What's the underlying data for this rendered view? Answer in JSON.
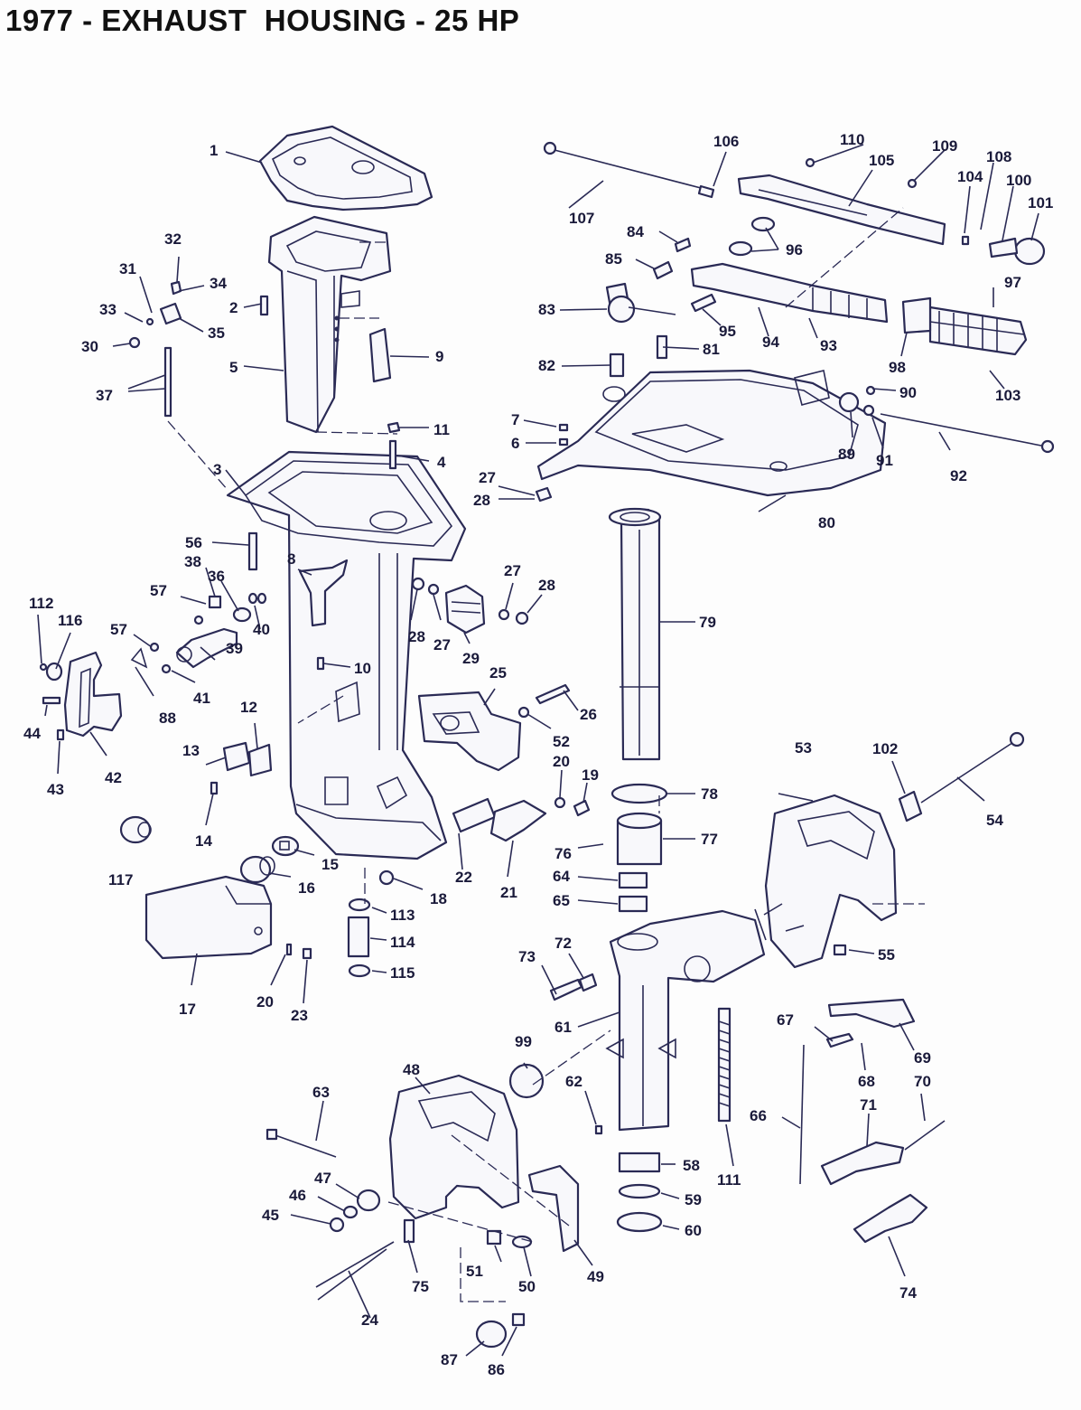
{
  "title": "1977 - EXHAUST  HOUSING - 25 HP",
  "colors": {
    "ink": "#2a2a55",
    "paper": "#fdfdfd",
    "title": "#111111"
  },
  "parts": [
    {
      "id": "1",
      "label": "1"
    },
    {
      "id": "2",
      "label": "2"
    },
    {
      "id": "3",
      "label": "3"
    },
    {
      "id": "4",
      "label": "4"
    },
    {
      "id": "5",
      "label": "5"
    },
    {
      "id": "6",
      "label": "6"
    },
    {
      "id": "7",
      "label": "7"
    },
    {
      "id": "8",
      "label": "8"
    },
    {
      "id": "9",
      "label": "9"
    },
    {
      "id": "10",
      "label": "10"
    },
    {
      "id": "11",
      "label": "11"
    },
    {
      "id": "12",
      "label": "12"
    },
    {
      "id": "13",
      "label": "13"
    },
    {
      "id": "14",
      "label": "14"
    },
    {
      "id": "15",
      "label": "15"
    },
    {
      "id": "16",
      "label": "16"
    },
    {
      "id": "17",
      "label": "17"
    },
    {
      "id": "18",
      "label": "18"
    },
    {
      "id": "19",
      "label": "19"
    },
    {
      "id": "20a",
      "label": "20"
    },
    {
      "id": "20b",
      "label": "20"
    },
    {
      "id": "21",
      "label": "21"
    },
    {
      "id": "22",
      "label": "22"
    },
    {
      "id": "23",
      "label": "23"
    },
    {
      "id": "24",
      "label": "24"
    },
    {
      "id": "25",
      "label": "25"
    },
    {
      "id": "26",
      "label": "26"
    },
    {
      "id": "27a",
      "label": "27"
    },
    {
      "id": "27b",
      "label": "27"
    },
    {
      "id": "27c",
      "label": "27"
    },
    {
      "id": "28a",
      "label": "28"
    },
    {
      "id": "28b",
      "label": "28"
    },
    {
      "id": "28c",
      "label": "28"
    },
    {
      "id": "29",
      "label": "29"
    },
    {
      "id": "30",
      "label": "30"
    },
    {
      "id": "31",
      "label": "31"
    },
    {
      "id": "32",
      "label": "32"
    },
    {
      "id": "33",
      "label": "33"
    },
    {
      "id": "34",
      "label": "34"
    },
    {
      "id": "35",
      "label": "35"
    },
    {
      "id": "36",
      "label": "36"
    },
    {
      "id": "37",
      "label": "37"
    },
    {
      "id": "38",
      "label": "38"
    },
    {
      "id": "39",
      "label": "39"
    },
    {
      "id": "40",
      "label": "40"
    },
    {
      "id": "41",
      "label": "41"
    },
    {
      "id": "42",
      "label": "42"
    },
    {
      "id": "43",
      "label": "43"
    },
    {
      "id": "44",
      "label": "44"
    },
    {
      "id": "45",
      "label": "45"
    },
    {
      "id": "46",
      "label": "46"
    },
    {
      "id": "47",
      "label": "47"
    },
    {
      "id": "48",
      "label": "48"
    },
    {
      "id": "49",
      "label": "49"
    },
    {
      "id": "50",
      "label": "50"
    },
    {
      "id": "51",
      "label": "51"
    },
    {
      "id": "52",
      "label": "52"
    },
    {
      "id": "53",
      "label": "53"
    },
    {
      "id": "54",
      "label": "54"
    },
    {
      "id": "55",
      "label": "55"
    },
    {
      "id": "56",
      "label": "56"
    },
    {
      "id": "57a",
      "label": "57"
    },
    {
      "id": "57b",
      "label": "57"
    },
    {
      "id": "58",
      "label": "58"
    },
    {
      "id": "59",
      "label": "59"
    },
    {
      "id": "60",
      "label": "60"
    },
    {
      "id": "61",
      "label": "61"
    },
    {
      "id": "62",
      "label": "62"
    },
    {
      "id": "63",
      "label": "63"
    },
    {
      "id": "64",
      "label": "64"
    },
    {
      "id": "65",
      "label": "65"
    },
    {
      "id": "66",
      "label": "66"
    },
    {
      "id": "67",
      "label": "67"
    },
    {
      "id": "68",
      "label": "68"
    },
    {
      "id": "69",
      "label": "69"
    },
    {
      "id": "70",
      "label": "70"
    },
    {
      "id": "71",
      "label": "71"
    },
    {
      "id": "72",
      "label": "72"
    },
    {
      "id": "73",
      "label": "73"
    },
    {
      "id": "74",
      "label": "74"
    },
    {
      "id": "75",
      "label": "75"
    },
    {
      "id": "76",
      "label": "76"
    },
    {
      "id": "77",
      "label": "77"
    },
    {
      "id": "78",
      "label": "78"
    },
    {
      "id": "79",
      "label": "79"
    },
    {
      "id": "80",
      "label": "80"
    },
    {
      "id": "81",
      "label": "81"
    },
    {
      "id": "82",
      "label": "82"
    },
    {
      "id": "83",
      "label": "83"
    },
    {
      "id": "84",
      "label": "84"
    },
    {
      "id": "85",
      "label": "85"
    },
    {
      "id": "86",
      "label": "86"
    },
    {
      "id": "87",
      "label": "87"
    },
    {
      "id": "88",
      "label": "88"
    },
    {
      "id": "89",
      "label": "89"
    },
    {
      "id": "90",
      "label": "90"
    },
    {
      "id": "91",
      "label": "91"
    },
    {
      "id": "92",
      "label": "92"
    },
    {
      "id": "93",
      "label": "93"
    },
    {
      "id": "94",
      "label": "94"
    },
    {
      "id": "95",
      "label": "95"
    },
    {
      "id": "96",
      "label": "96"
    },
    {
      "id": "97",
      "label": "97"
    },
    {
      "id": "98",
      "label": "98"
    },
    {
      "id": "99",
      "label": "99"
    },
    {
      "id": "100",
      "label": "100"
    },
    {
      "id": "101",
      "label": "101"
    },
    {
      "id": "102",
      "label": "102"
    },
    {
      "id": "103",
      "label": "103"
    },
    {
      "id": "104",
      "label": "104"
    },
    {
      "id": "105",
      "label": "105"
    },
    {
      "id": "106",
      "label": "106"
    },
    {
      "id": "107",
      "label": "107"
    },
    {
      "id": "108",
      "label": "108"
    },
    {
      "id": "109",
      "label": "109"
    },
    {
      "id": "110",
      "label": "110"
    },
    {
      "id": "111",
      "label": "111"
    },
    {
      "id": "112",
      "label": "112"
    },
    {
      "id": "113",
      "label": "113"
    },
    {
      "id": "114",
      "label": "114"
    },
    {
      "id": "115",
      "label": "115"
    },
    {
      "id": "116",
      "label": "116"
    },
    {
      "id": "117",
      "label": "117"
    }
  ]
}
